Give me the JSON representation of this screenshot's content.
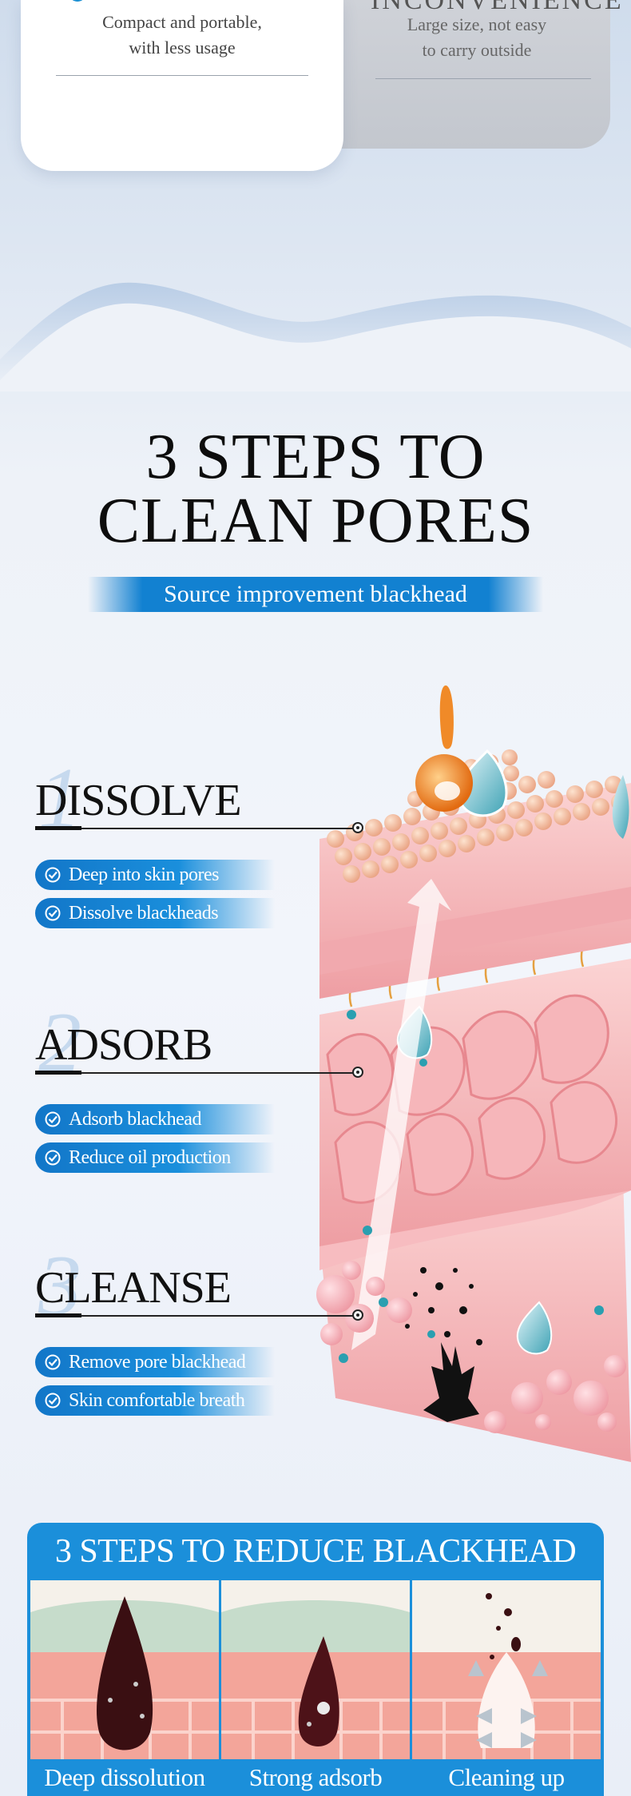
{
  "comparison": {
    "left_text_line1": "Compact and portable,",
    "left_text_line2": "with less usage",
    "right_text_line1": "Large size, not easy",
    "right_text_line2": "to carry outside",
    "right_title_partial": "INCONVENIENCE"
  },
  "headline": {
    "line1": "3 STEPS TO",
    "line2": "CLEAN PORES",
    "banner": "Source improvement blackhead"
  },
  "steps": [
    {
      "num": "1",
      "title": "DISSOLVE",
      "points": [
        "Deep into skin pores",
        "Dissolve blackheads"
      ]
    },
    {
      "num": "2",
      "title": "ADSORB",
      "points": [
        "Adsorb blackhead",
        "Reduce oil production"
      ]
    },
    {
      "num": "3",
      "title": "CLEANSE",
      "points": [
        "Remove pore blackhead",
        "Skin comfortable breath"
      ]
    }
  ],
  "bottom_panel": {
    "title": "3 STEPS TO REDUCE BLACKHEAD",
    "labels": [
      "Deep dissolution",
      "Strong adsorb",
      "Cleaning up"
    ]
  },
  "colors": {
    "accent_blue": "#1281d1",
    "headline": "#0d0d0d",
    "skin_pink": "#f2a5a8"
  }
}
